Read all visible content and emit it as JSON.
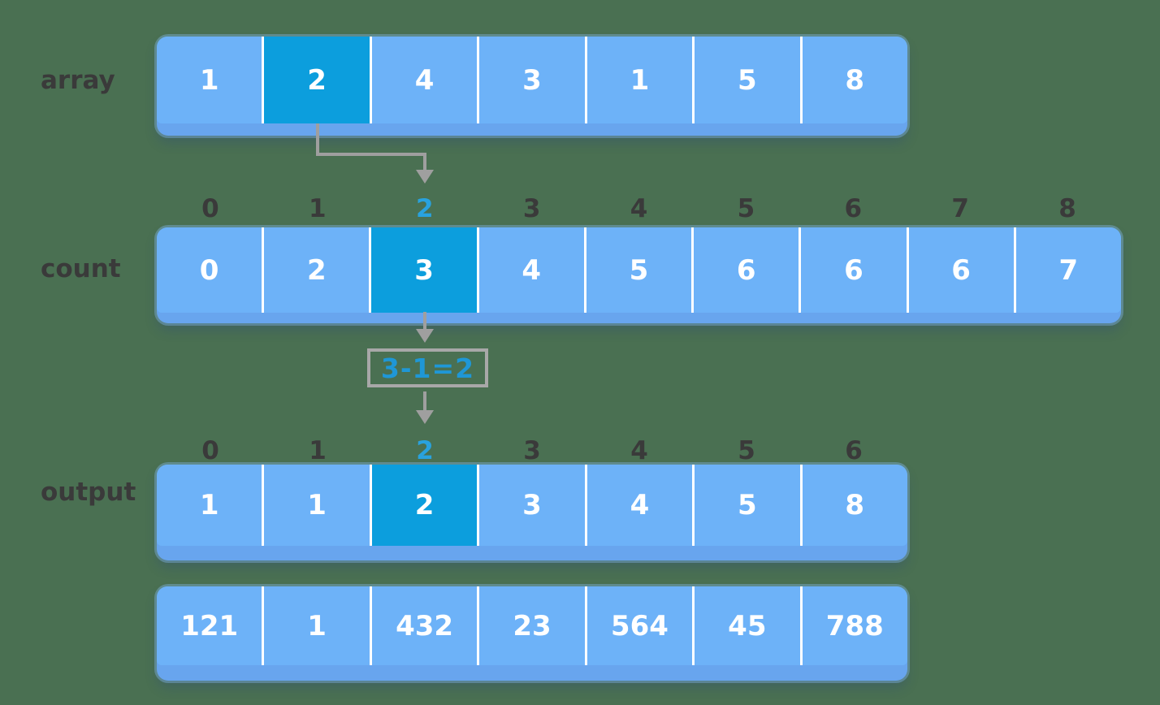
{
  "diagram_title": "counting-sort-step-diagram",
  "colors": {
    "background": "#4a7052",
    "cell": "#6db2f8",
    "cell_highlight": "#0c9edd",
    "row_base": "#68a5ee",
    "cell_text": "#ffffff",
    "label_text": "#3a3a3a",
    "index_text": "#3a3a3a",
    "index_highlight_text": "#29a2de",
    "arrow": "#9f9f9f",
    "formula_border": "#a8a8a8",
    "formula_text": "#1f97d6"
  },
  "rows": {
    "array": {
      "label": "array",
      "values": [
        "1",
        "2",
        "4",
        "3",
        "1",
        "5",
        "8"
      ],
      "highlighted_cell_index": 1
    },
    "count": {
      "label": "count",
      "indices": [
        "0",
        "1",
        "2",
        "3",
        "4",
        "5",
        "6",
        "7",
        "8"
      ],
      "highlighted_index_label": "2",
      "values": [
        "0",
        "2",
        "3",
        "4",
        "5",
        "6",
        "6",
        "6",
        "7"
      ],
      "highlighted_cell_index": 2
    },
    "output": {
      "label": "output",
      "indices": [
        "0",
        "1",
        "2",
        "3",
        "4",
        "5",
        "6"
      ],
      "highlighted_index_label": "2",
      "values": [
        "1",
        "1",
        "2",
        "3",
        "4",
        "5",
        "8"
      ],
      "highlighted_cell_index": 2
    },
    "sorted": {
      "label": "",
      "values": [
        "121",
        "1",
        "432",
        "23",
        "564",
        "45",
        "788"
      ],
      "highlighted_cell_index": -1
    }
  },
  "formula": "3-1=2"
}
